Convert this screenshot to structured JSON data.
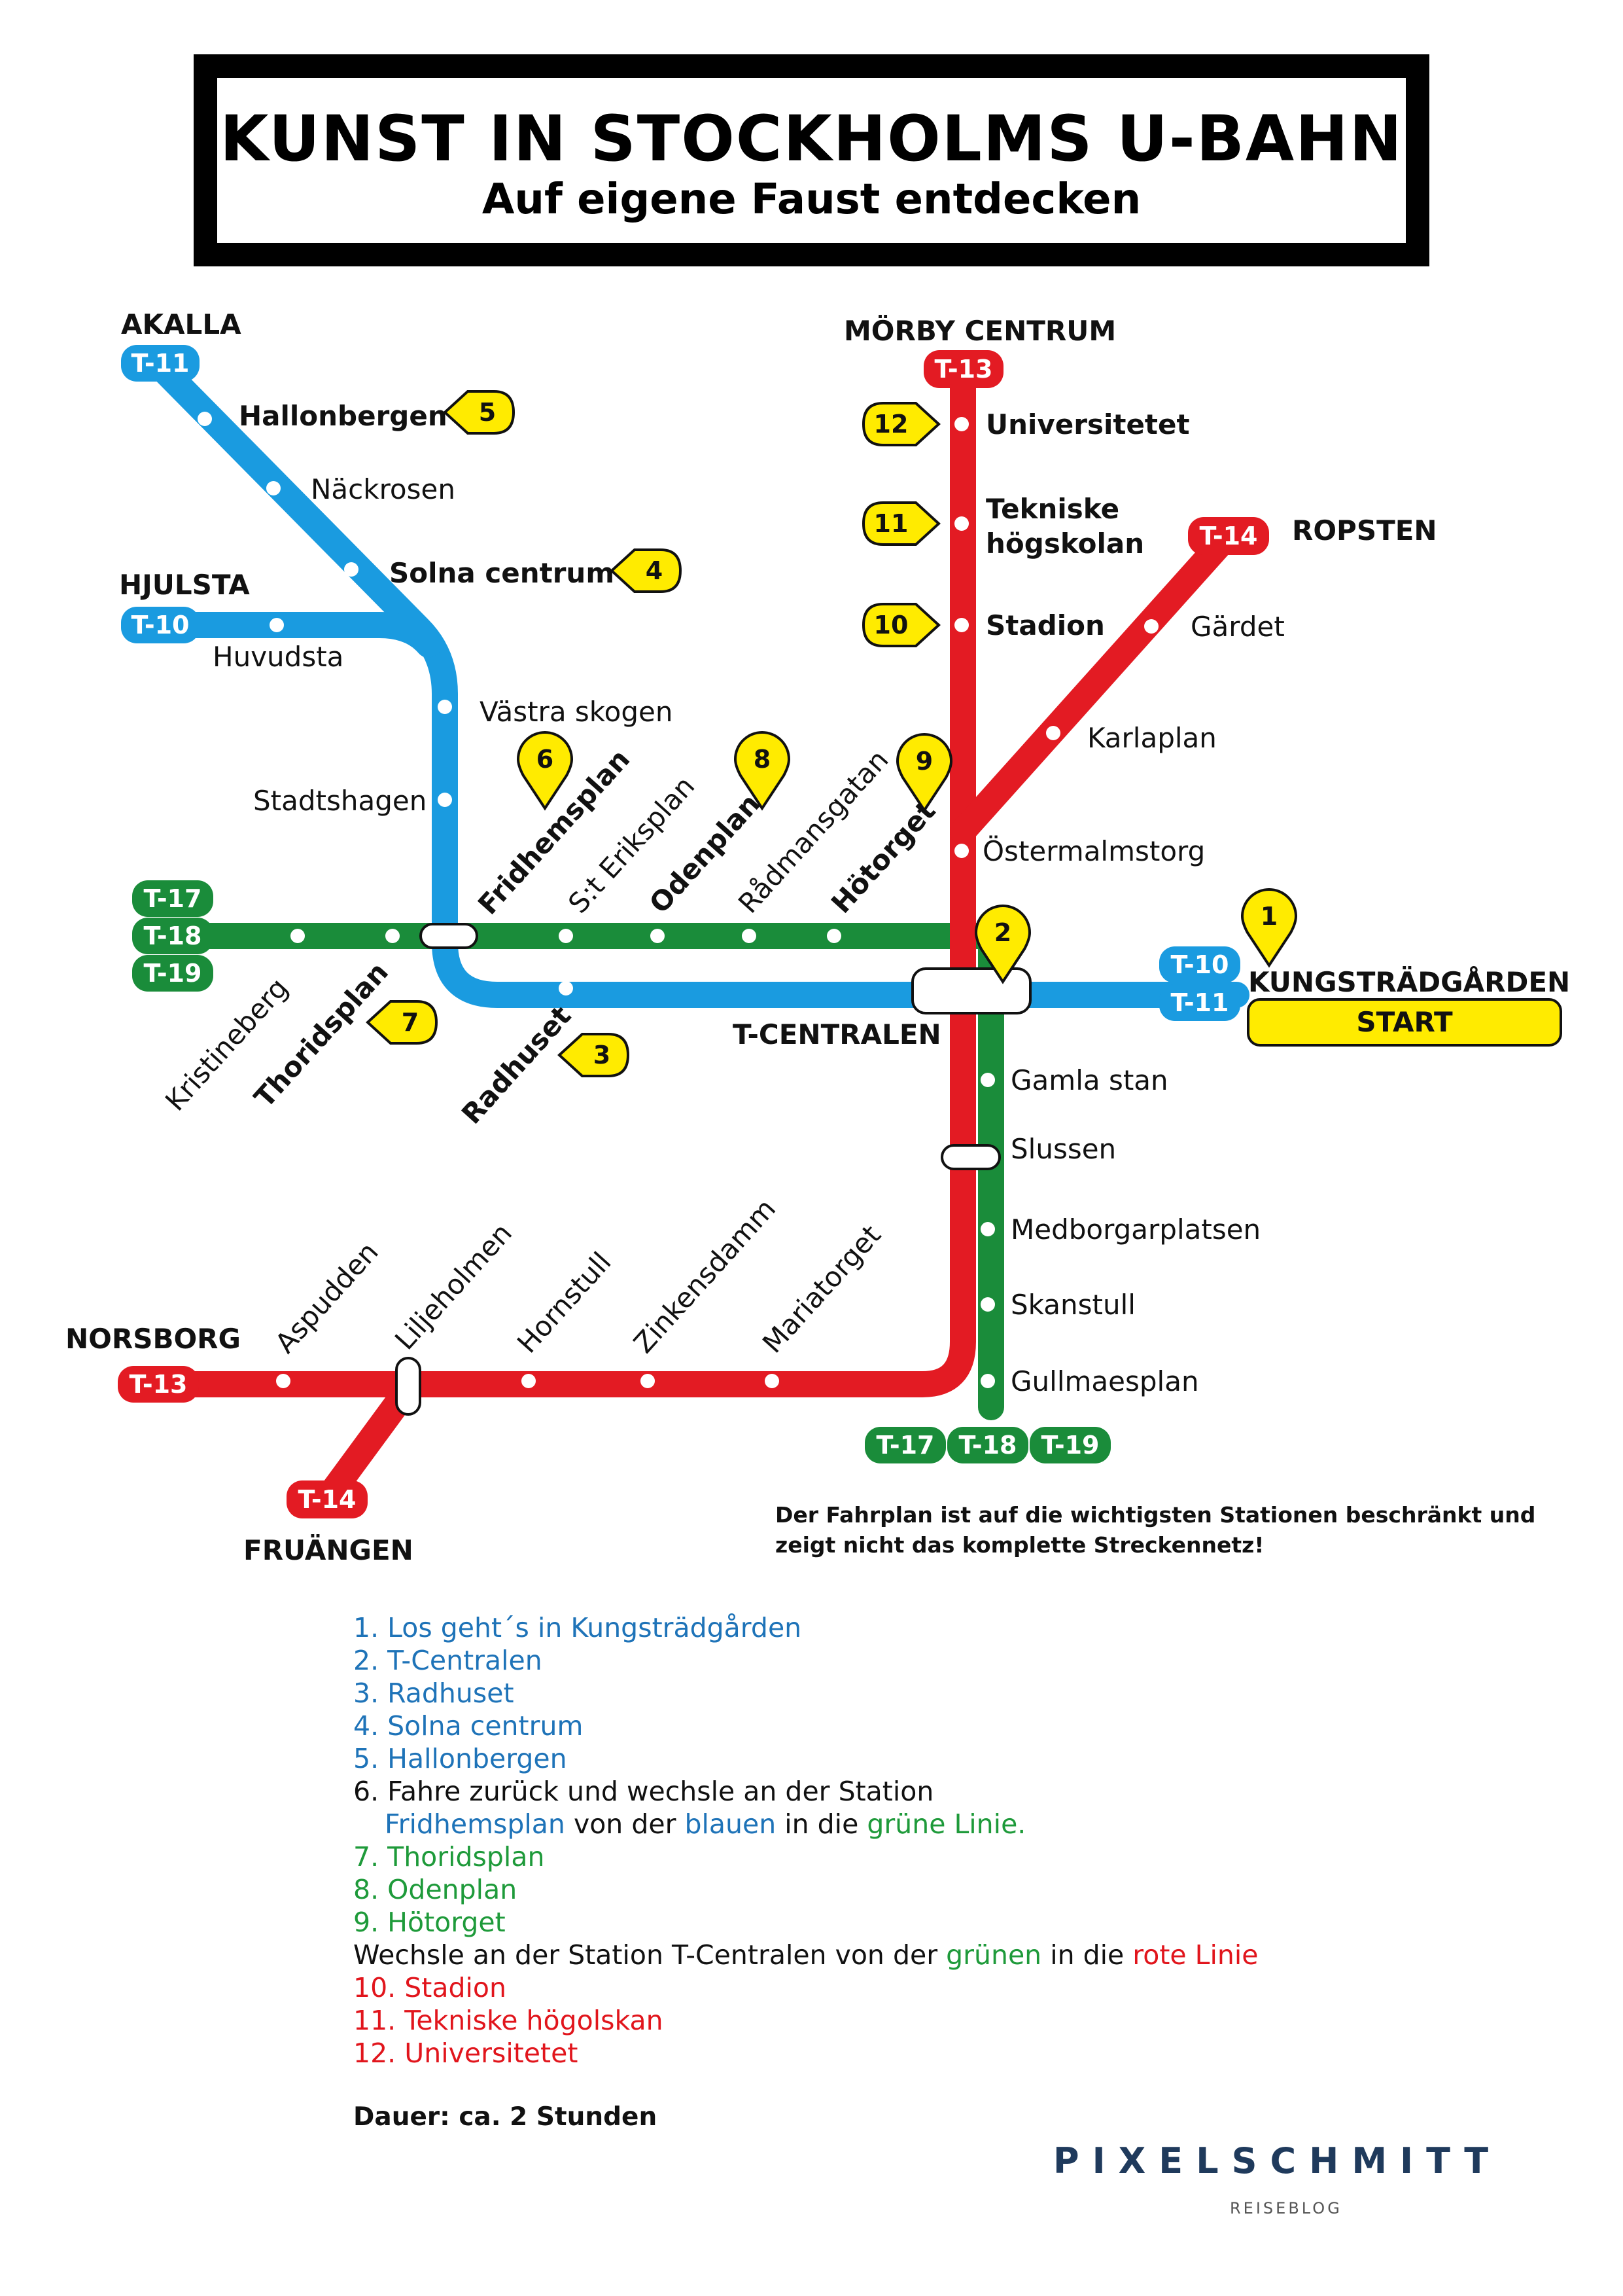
{
  "title": {
    "main": "KUNST IN STOCKHOLMS U-BAHN",
    "sub": "Auf eigene Faust entdecken"
  },
  "colors": {
    "blue": "#1a9be0",
    "red": "#e31b23",
    "green": "#1a8c3a",
    "yellow": "#ffeb00",
    "dark_blue_text": "#1e73b8"
  },
  "line_badges": {
    "t11_akalla": "T-11",
    "t10_hjulsta": "T-10",
    "t13_morby": "T-13",
    "t14_ropsten": "T-14",
    "t17_west": "T-17",
    "t18_west": "T-18",
    "t19_west": "T-19",
    "t10_east": "T-10",
    "t11_east": "T-11",
    "t13_norsborg": "T-13",
    "t14_fruangen": "T-14",
    "t17_south": "T-17",
    "t18_south": "T-18",
    "t19_south": "T-19"
  },
  "terminals": {
    "akalla": "AKALLA",
    "hjulsta": "HJULSTA",
    "morby": "MÖRBY CENTRUM",
    "ropsten": "ROPSTEN",
    "norsborg": "NORSBORG",
    "fruangen": "FRUÄNGEN",
    "kungstradgarden": "KUNGSTRÄDGÅRDEN",
    "start": "START",
    "t_centralen": "T-CENTRALEN"
  },
  "stations": {
    "hallonbergen": "Hallonbergen",
    "nackrosen": "Näckrosen",
    "solna_centrum": "Solna centrum",
    "huvudsta": "Huvudsta",
    "vastra_skogen": "Västra skogen",
    "stadtshagen": "Stadtshagen",
    "fridhemsplan": "Fridhemsplan",
    "st_eriksplan": "S:t Eriksplan",
    "odenplan": "Odenplan",
    "radmansgatan": "Rådmansgatan",
    "hotorget": "Hötorget",
    "kristineberg": "Kristineberg",
    "thoridsplan": "Thoridsplan",
    "radhuset": "Radhuset",
    "universitetet": "Universitetet",
    "tekniske1": "Tekniske",
    "tekniske2": "högskolan",
    "stadion": "Stadion",
    "gardet": "Gärdet",
    "karlaplan": "Karlaplan",
    "ostermalmstorg": "Östermalmstorg",
    "gamla_stan": "Gamla stan",
    "slussen": "Slussen",
    "medborgarplatsen": "Medborgarplatsen",
    "skanstull": "Skanstull",
    "gullmarsplan": "Gullmaesplan",
    "aspudden": "Aspudden",
    "liljeholmen": "Liljeholmen",
    "hornstull": "Hornstull",
    "zinkensdamm": "Zinkensdamm",
    "mariatorget": "Mariatorget"
  },
  "markers": {
    "m1": "1",
    "m2": "2",
    "m3": "3",
    "m4": "4",
    "m5": "5",
    "m6": "6",
    "m7": "7",
    "m8": "8",
    "m9": "9",
    "m10": "10",
    "m11": "11",
    "m12": "12"
  },
  "note": {
    "line1": "Der Fahrplan ist auf die wichtigsten Stationen beschränkt und",
    "line2": "zeigt nicht das komplette Streckennetz!"
  },
  "legend": {
    "l1": "1. Los geht´s in Kungsträdgården",
    "l2": "2. T-Centralen",
    "l3": "3. Radhuset",
    "l4": "4. Solna centrum",
    "l5": "5. Hallonbergen",
    "l6a": "6. Fahre zurück und wechsle an der Station",
    "l6b_fridhemsplan": "Fridhemsplan",
    "l6b_von": " von der ",
    "l6b_blauen": "blauen",
    "l6b_in": " in die ",
    "l6b_gruene": "grüne Linie.",
    "l7": "7. Thoridsplan",
    "l8": "8. Odenplan",
    "l9": "9. Hötorget",
    "lw_a": "Wechsle an der Station T-Centralen von der ",
    "lw_gruenen": "grünen",
    "lw_in": " in die ",
    "lw_rote": "rote Linie",
    "l10": "10. Stadion",
    "l11": "11. Tekniske högolskan",
    "l12": "12. Universitetet"
  },
  "duration": "Dauer: ca. 2 Stunden",
  "brand": {
    "name": "PIXELSCHMITT",
    "sub": "REISEBLOG"
  }
}
